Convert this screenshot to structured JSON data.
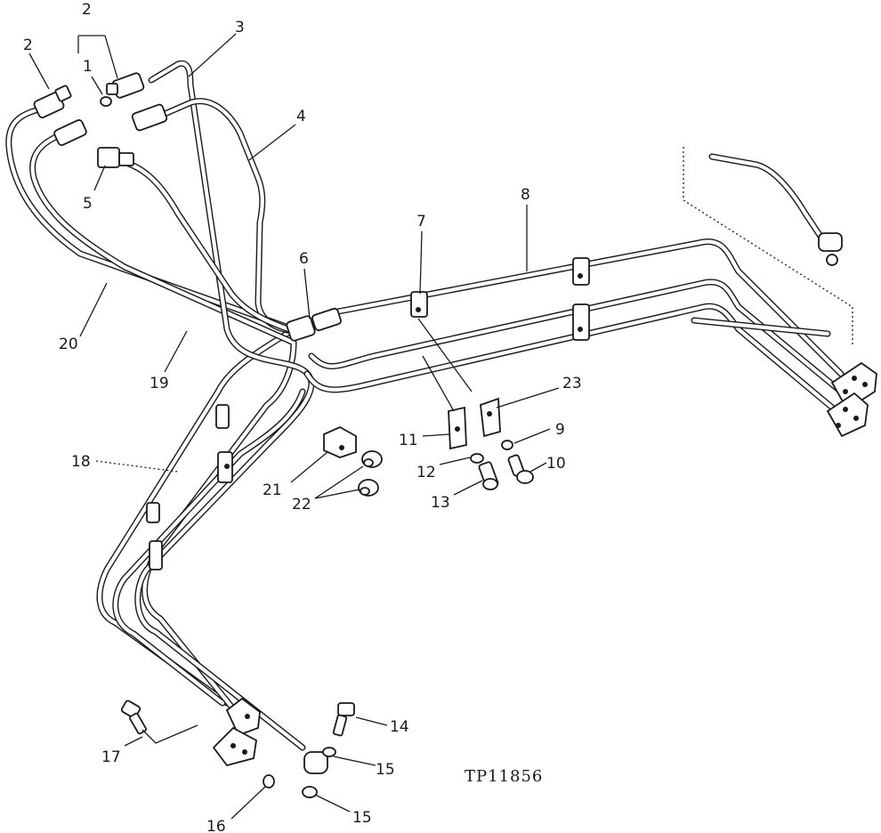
{
  "callouts": {
    "c1": "1",
    "c2a": "2",
    "c2b": "2",
    "c3": "3",
    "c4": "4",
    "c5": "5",
    "c6": "6",
    "c7": "7",
    "c8": "8",
    "c9": "9",
    "c10": "10",
    "c11": "11",
    "c12": "12",
    "c13": "13",
    "c14": "14",
    "c15a": "15",
    "c15b": "15",
    "c16": "16",
    "c17": "17",
    "c18": "18",
    "c19": "19",
    "c20": "20",
    "c21": "21",
    "c22": "22",
    "c23": "23"
  },
  "reference_code": "TP11856"
}
